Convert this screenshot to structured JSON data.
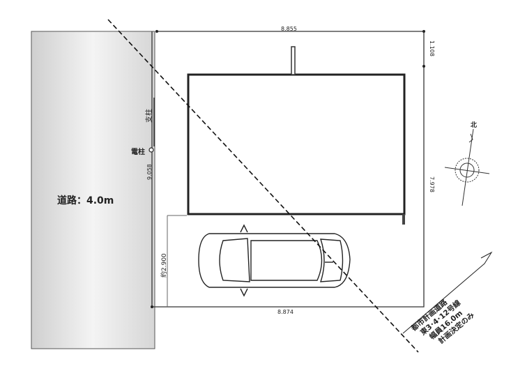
{
  "road": {
    "label": "道路：4.0m"
  },
  "dimensions": {
    "top": "8.855",
    "right_upper": "1.108",
    "right": "7.978",
    "left": "9.058",
    "bottom": "8.874",
    "parking_depth": "約2.900"
  },
  "labels": {
    "support": "支柱",
    "utility_pole": "電柱",
    "north": "北"
  },
  "planned_road": {
    "line1": "都市計画道路",
    "line2": "東3･4･12号線",
    "line3": "幅員16.0m",
    "line4": "計画決定のみ"
  }
}
